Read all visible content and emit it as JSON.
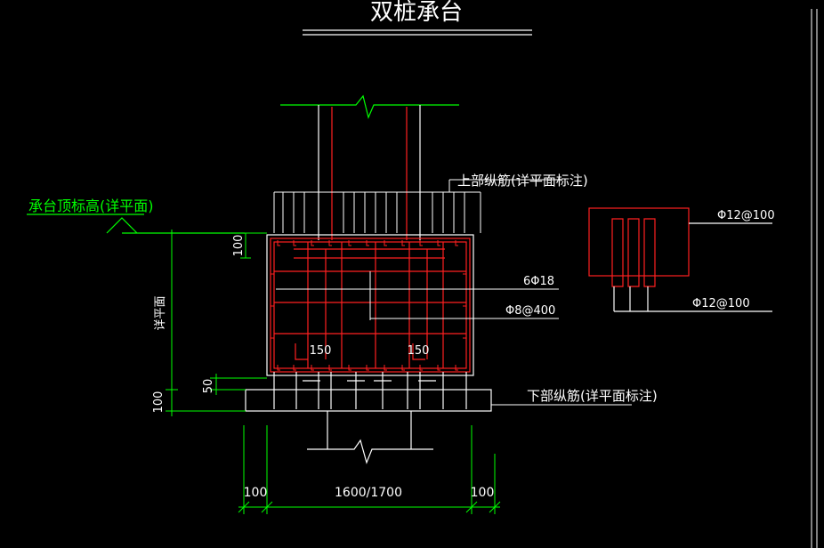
{
  "title": "双桩承台",
  "labels": {
    "top_elev": "承台顶标高(详平面)",
    "top_rebar": "上部纵筋(详平面标注)",
    "bottom_rebar": "下部纵筋(详平面标注)",
    "side_bars": "6Φ18",
    "stirrup": "Φ8@400",
    "sec_top": "Φ12@100",
    "sec_bottom": "Φ12@100",
    "see_plan": "详平面"
  },
  "dims": {
    "d100_top": "100",
    "d50": "50",
    "d100_bot": "100",
    "d100_left": "100",
    "span": "1600/1700",
    "d100_right": "100",
    "d150_left": "150",
    "d150_right": "150"
  },
  "colors": {
    "background": "#000000",
    "lines": "#ffffff",
    "rebar": "#ff2020",
    "dimension": "#00ff00",
    "annotation_green": "#00ff00"
  }
}
